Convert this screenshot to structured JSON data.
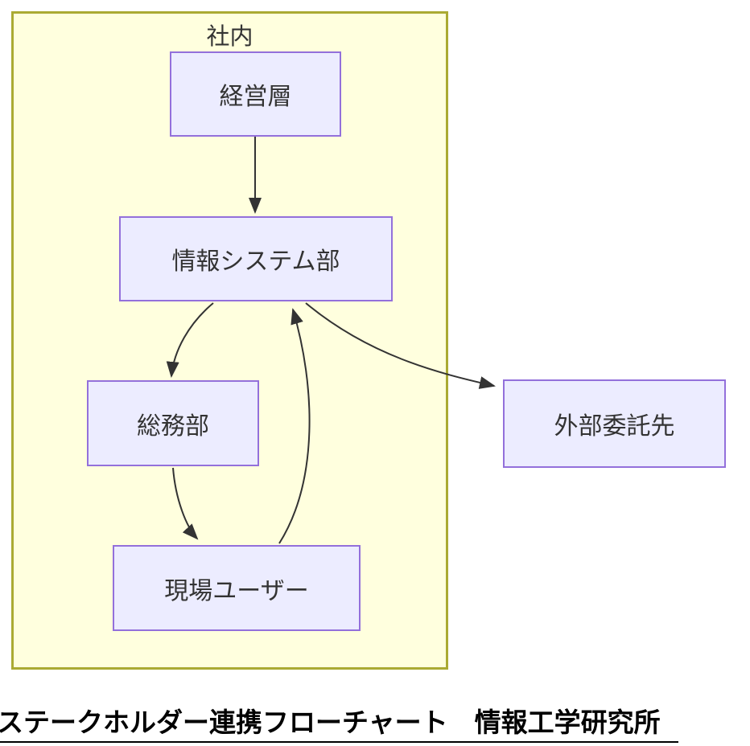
{
  "diagram": {
    "cluster": {
      "label": "社内",
      "fill": "#ffffde",
      "border": "#aaaa33"
    },
    "nodes": [
      {
        "id": "management",
        "label": "経営層"
      },
      {
        "id": "it-department",
        "label": "情報システム部"
      },
      {
        "id": "general-affairs",
        "label": "総務部"
      },
      {
        "id": "field-users",
        "label": "現場ユーザー"
      },
      {
        "id": "external-contractor",
        "label": "外部委託先"
      }
    ],
    "edges": [
      {
        "from": "経営層",
        "to": "情報システム部"
      },
      {
        "from": "情報システム部",
        "to": "総務部"
      },
      {
        "from": "総務部",
        "to": "現場ユーザー"
      },
      {
        "from": "現場ユーザー",
        "to": "情報システム部"
      },
      {
        "from": "情報システム部",
        "to": "外部委託先"
      }
    ],
    "colors": {
      "node_fill": "#ececff",
      "node_border": "#9370db",
      "edge": "#333333",
      "node_text": "#333333"
    }
  },
  "footer": {
    "title": "ステークホルダー連携フローチャート　情報工学研究所"
  }
}
